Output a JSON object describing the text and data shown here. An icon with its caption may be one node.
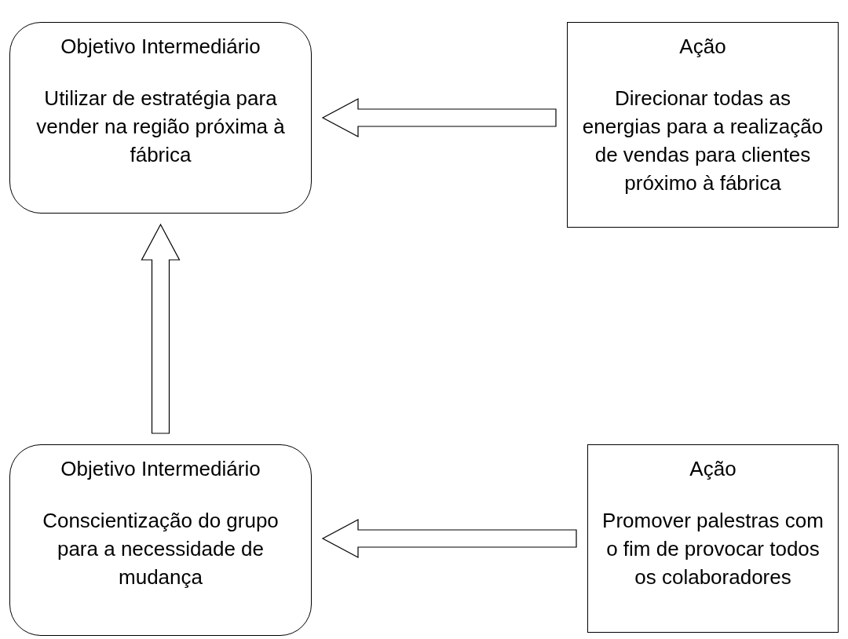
{
  "diagram": {
    "nodes": [
      {
        "text": [
          "Objetivo Intermediário",
          "Utilizar de estratégia para vender na região próxima à fábrica"
        ]
      },
      {
        "text": [
          "Ação",
          "Direcionar todas as energias para a realização de vendas para clientes próximo à fábrica"
        ]
      },
      {
        "text": [
          "Objetivo Intermediário",
          "Conscientização do grupo para a necessidade de mudança"
        ]
      },
      {
        "text": [
          "Ação",
          "Promover palestras com o fim de provocar todos os colaboradores"
        ]
      }
    ],
    "edges": [
      {
        "from": 1,
        "to": 0,
        "arrow": "to"
      },
      {
        "from": 2,
        "to": 0,
        "arrow": "to"
      },
      {
        "from": 3,
        "to": 2,
        "arrow": "to"
      }
    ]
  }
}
